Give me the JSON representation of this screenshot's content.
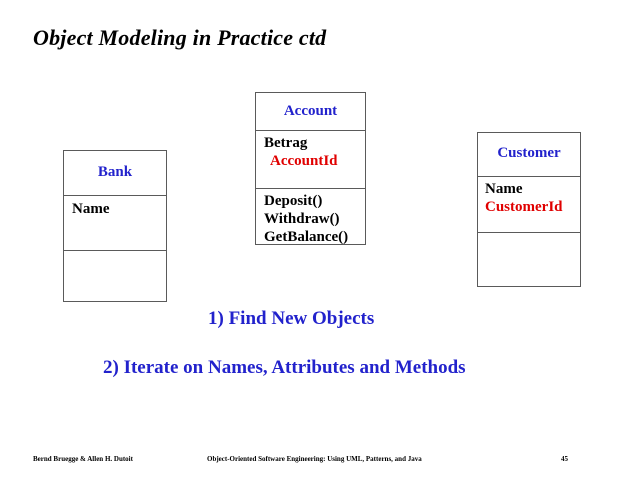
{
  "slide": {
    "title": "Object Modeling in Practice ctd",
    "colors": {
      "class_name": "#2222cc",
      "attribute_default": "#000000",
      "attribute_highlight": "#e00000",
      "step_text": "#2222cc",
      "box_border": "#5a5a5a",
      "background": "#ffffff"
    }
  },
  "diagram": {
    "classes": [
      {
        "name": "Bank",
        "attributes": [
          {
            "text": "Name",
            "color": "black"
          }
        ],
        "operations": []
      },
      {
        "name": "Account",
        "attributes": [
          {
            "text": "Betrag",
            "color": "black"
          },
          {
            "text": "AccountId",
            "color": "red"
          }
        ],
        "operations": [
          {
            "text": "Deposit()"
          },
          {
            "text": "Withdraw()"
          },
          {
            "text": "GetBalance()"
          }
        ]
      },
      {
        "name": "Customer",
        "attributes": [
          {
            "text": "Name",
            "color": "black"
          },
          {
            "text": "CustomerId",
            "color": "red"
          }
        ],
        "operations": []
      }
    ]
  },
  "steps": [
    {
      "text": "1) Find New Objects"
    },
    {
      "text": "2) Iterate on Names, Attributes and Methods"
    }
  ],
  "footer": {
    "authors": "Bernd Bruegge & Allen H. Dutoit",
    "book": "Object-Oriented Software Engineering: Using UML, Patterns, and Java",
    "page": "45"
  }
}
